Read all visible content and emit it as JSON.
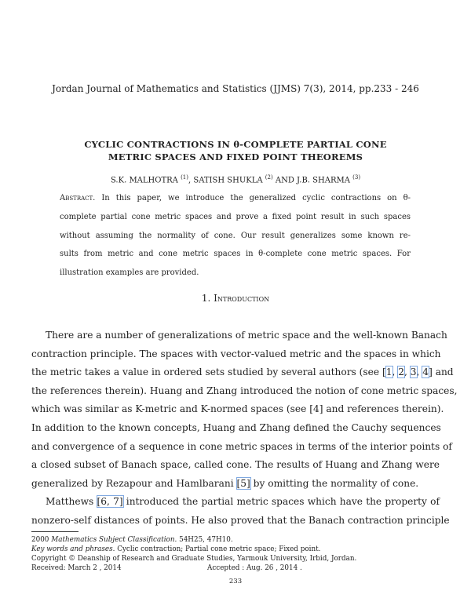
{
  "header": {
    "journal": "Jordan Journal of Mathematics and Statistics (JJMS) 7(3), 2014, pp.233 - 246"
  },
  "title": {
    "line1": "CYCLIC CONTRACTIONS IN θ-COMPLETE PARTIAL CONE",
    "line2": "METRIC SPACES AND FIXED POINT THEOREMS"
  },
  "authors": {
    "a1": "S.K. MALHOTRA",
    "a1_sup": "(1)",
    "sep1": ", SATISH SHUKLA",
    "a2_sup": "(2)",
    "sep2": " AND J.B. SHARMA",
    "a3_sup": "(3)"
  },
  "abstract": {
    "label": "Abstract.",
    "lines": [
      " In this paper, we introduce the generalized cyclic contractions on θ-",
      "complete partial cone metric spaces and prove a fixed point result in such spaces",
      "without assuming the normality of cone.  Our result generalizes some known re-",
      "sults from metric and cone metric spaces in θ-complete cone metric spaces.  For",
      "illustration examples are provided."
    ]
  },
  "section": {
    "number": "1.",
    "title": "Introduction"
  },
  "body": {
    "lines": [
      [
        {
          "t": "There are a number of generalizations of metric space and the well-known Banach"
        }
      ],
      [
        {
          "t": "contraction principle. The spaces with vector-valued metric and the spaces in which"
        }
      ],
      [
        {
          "t": "the metric takes a value in ordered sets studied by several authors (see ["
        },
        {
          "t": "1",
          "cite": true
        },
        {
          "t": ", "
        },
        {
          "t": "2",
          "cite": true
        },
        {
          "t": ", "
        },
        {
          "t": "3",
          "cite": true
        },
        {
          "t": ", "
        },
        {
          "t": "4",
          "cite": true
        },
        {
          "t": "] and"
        }
      ],
      [
        {
          "t": "the references therein). Huang and Zhang introduced the notion of cone metric spaces,"
        }
      ],
      [
        {
          "t": "which was similar as K-metric and K-normed spaces (see [4] and references therein)."
        }
      ],
      [
        {
          "t": "In addition to the known concepts, Huang and Zhang defined the Cauchy sequences"
        }
      ],
      [
        {
          "t": "and convergence of a sequence in cone metric spaces in terms of the interior points of"
        }
      ],
      [
        {
          "t": "a closed subset of Banach space, called cone. The results of Huang and Zhang were"
        }
      ],
      [
        {
          "t": "generalized by Rezapour and Hamlbarani "
        },
        {
          "t": "[5]",
          "cite": true
        },
        {
          "t": " by omitting the normality of cone."
        }
      ],
      [
        {
          "t": "Matthews "
        },
        {
          "t": "[6, 7]",
          "cite": true
        },
        {
          "t": " introduced the partial metric spaces which have the property of"
        }
      ],
      [
        {
          "t": "nonzero-self distances of points.  He also proved that the Banach contraction principle"
        }
      ]
    ]
  },
  "footnotes": {
    "msc_label": "Mathematics Subject Classification.",
    "msc_year": "2000",
    "msc_value": " 54H25, 47H10.",
    "kw_label": "Key words and phrases.",
    "kw_value": " Cyclic contraction; Partial cone metric space; Fixed point.",
    "copyright": " Copyright © Deanship of Research and Graduate Studies, Yarmouk University, Irbid, Jordan.",
    "received": "Received: March 2 , 2014",
    "accepted": "Accepted : Aug. 26 , 2014 ."
  },
  "page_number": "233",
  "colors": {
    "citation_box": "#7fa8e0",
    "text": "#222222"
  }
}
